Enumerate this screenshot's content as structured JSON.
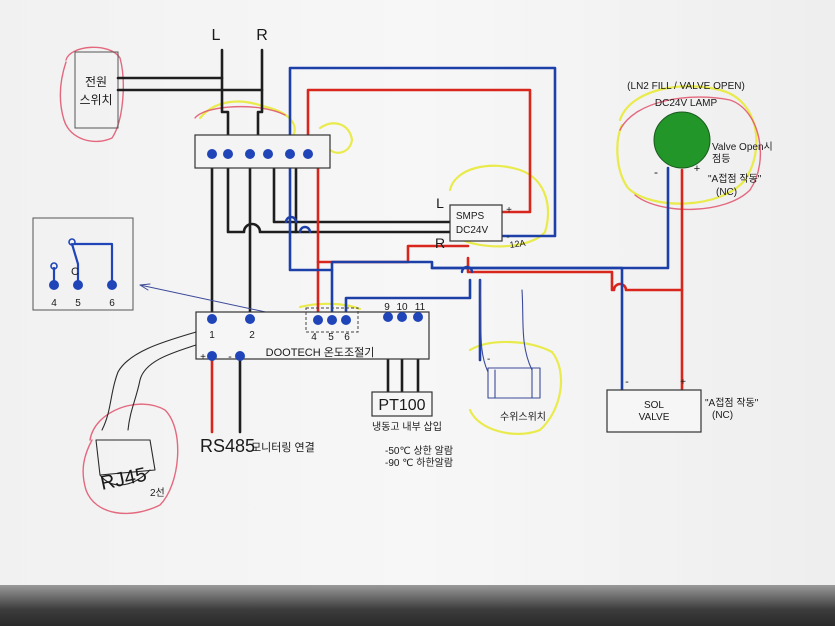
{
  "labels": {
    "l_top": "L",
    "r_top": "R",
    "power_switch": [
      "전원",
      "스위치"
    ],
    "smps_title": "SMPS",
    "smps_voltage": "DC24V",
    "smps_plus": "+",
    "smps_minus": "-",
    "smps_l": "L",
    "smps_r": "R",
    "lamp_header": "(LN2 FILL / VALVE OPEN)",
    "lamp_title": "DC24V LAMP",
    "lamp_minus": "-",
    "lamp_plus": "+",
    "lamp_note_1": "Valve Open시",
    "lamp_note_2": "점등",
    "lamp_contact": "\"A접점 작동\"",
    "lamp_nc": "(NC)",
    "relay_c": "C",
    "relay_pins": [
      "4",
      "5",
      "6"
    ],
    "controller_name": "DOOTECH 온도조절기",
    "controller_pins_left": [
      "1",
      "2"
    ],
    "controller_pins_mid": [
      "4",
      "5",
      "6"
    ],
    "controller_pins_right": [
      "9",
      "10",
      "11"
    ],
    "controller_plus": "+",
    "controller_minus": "-",
    "rs485_big": "RS485",
    "rs485_small": "모니터링 연결",
    "pt100": "PT100",
    "pt100_note": "냉동고 내부 삽입",
    "alarm_1": "-50℃  상한 알람",
    "alarm_2": "-90 ℃  하한알람",
    "sol_minus": "-",
    "sol_plus": "+",
    "sol_line_1": "SOL",
    "sol_line_2": "VALVE",
    "sol_contact": "\"A접점 작동\"",
    "sol_nc": "(NC)",
    "hand_rj45": "RJ45",
    "hand_rj45_sub": "2선",
    "hand_sensor": "수위스위치",
    "hand_smps": "12A"
  },
  "colors": {
    "wire_black": "#1e1e1e",
    "wire_red": "#d8261c",
    "wire_blue": "#1d3fa8",
    "pin_blue": "#1f45b8",
    "lamp_green": "#23962a",
    "marker_yellow": "#e8ea3a",
    "marker_red": "#e0506a",
    "pen_blue": "#3c4a9a",
    "pen_black": "#2a2a2a"
  }
}
